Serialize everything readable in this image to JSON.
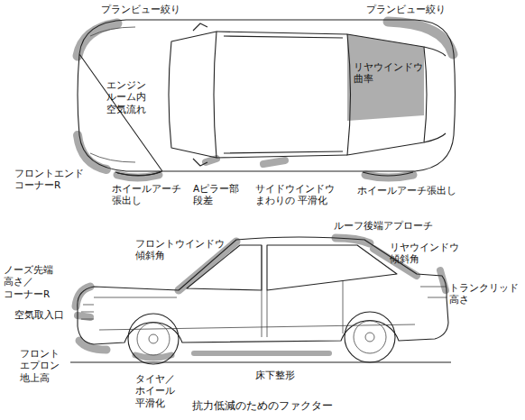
{
  "diagram": {
    "caption": "抗力低減のためのファクター",
    "labels": [
      "プランビュー絞り",
      "プランビュー絞り",
      "エンジン ルーム内 空気流れ",
      "リヤウインドウ 曲率",
      "フロントエンド コーナーR",
      "ホイールアーチ 張出し",
      "Aピラー部 段差",
      "サイドウインドウ まわりの 平滑化",
      "ホイールアーチ張出し",
      "フロントウインドウ 傾斜角",
      "ルーフ後端アプローチ",
      "リヤウインドウ 傾斜角",
      "ノーズ先端 高さ／コーナーR",
      "トランクリッド 高さ",
      "空気取入口",
      "フロント エプロン 地上高",
      "タイヤ／ホイール 平滑化",
      "床下整形"
    ]
  }
}
